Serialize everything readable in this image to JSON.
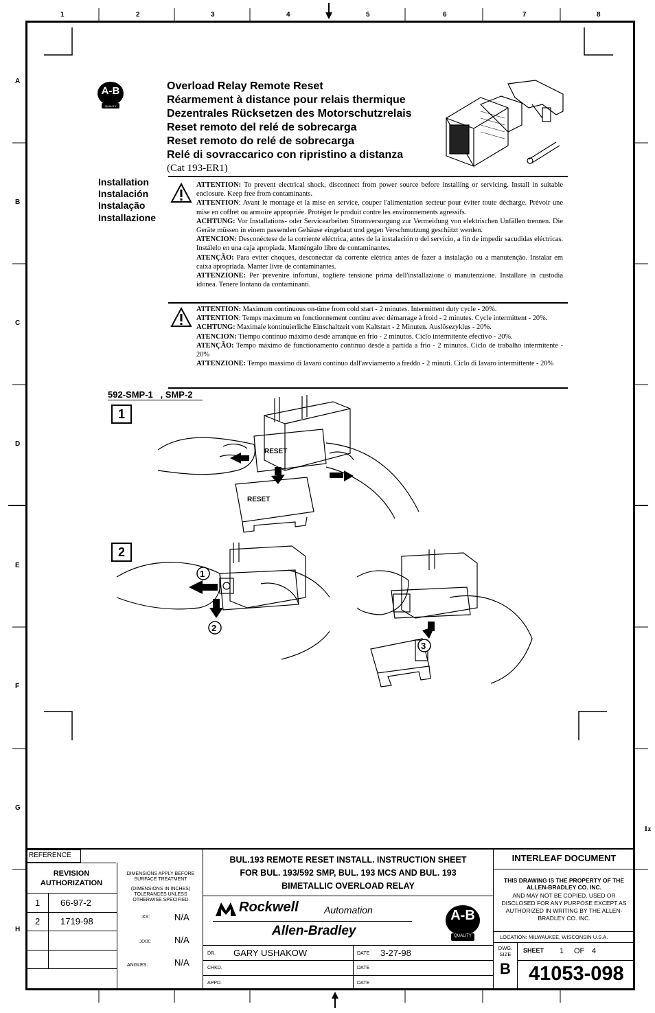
{
  "zones": {
    "columns": [
      "1",
      "2",
      "3",
      "4",
      "5",
      "6",
      "7",
      "8"
    ],
    "rows": [
      "A",
      "B",
      "C",
      "D",
      "E",
      "F",
      "G",
      "H"
    ]
  },
  "header": {
    "titles": [
      "Overload Relay Remote Reset",
      "Réarmement à distance pour relais thermique",
      "Dezentrales Rücksetzen des Motorschutzrelais",
      "Reset remoto del relé de sobrecarga",
      "Reset remoto do relé de sobrecarga",
      "Relé di sovraccarico con ripristino a distanza"
    ],
    "catalog": "(Cat 193-ER1)",
    "logo_text": "A-B",
    "logo_sub": "QUALITY"
  },
  "installation": [
    "Installation",
    "Instalación",
    "Instalação",
    "Installazione"
  ],
  "warning1": [
    {
      "lead": "ATTENTION:",
      "text": " To prevent electrical shock, disconnect from power source before installing or servicing.  Install in suitable enclosure.  Keep free from contaminants."
    },
    {
      "lead": "ATTENTION",
      "text": ": Avant le montage et la mise en service, couper l'alimentation secteur pour éviter toute décharge. Prévoir une mise en coffret ou armoire appropriée.  Protéger le produit contre les environnements agressifs."
    },
    {
      "lead": "ACHTUNG:",
      "text": "  Vor Installations- oder Servicearbeiten Stromversorgung zur Vermeidung von elektrischen Unfällen trennen.  Die Geräte müssen in einem passenden Gehäuse eingebaut und gegen Verschmutzung geschützt werden."
    },
    {
      "lead": "ATENCION:",
      "text": "  Desconéctese de la corriente eléctrica, antes de la instalación o del servicio, a fin de impedir sacudidas eléctricas.  Instálelo en una caja apropiada. Manténgalo libre de contaminantes."
    },
    {
      "lead": "ATENÇÃO:",
      "text": " Para eviter choques, desconectar da corrente elétrica antes de fazer a instalação ou a manutenção. Instalar em caixa apropriada.  Manter livre de contaminantes."
    },
    {
      "lead": "ATTENZIONE:",
      "text": " Per prevenire infortuni, togliere tensione prima dell'installazione o manutenzione.  Installare in custodia idonea.  Tenere lontano da contaminanti."
    }
  ],
  "warning2": [
    {
      "lead": "ATTENTION:",
      "text": "  Maximum continuous on-time from cold start - 2 minutes.  Intermittent duty cycle - 20%."
    },
    {
      "lead": "ATTENTION",
      "text": ": Temps maximum en fonctionnement continu avec démarrage à froid - 2 minutes. Cycle intermittent - 20%."
    },
    {
      "lead": "ACHTUNG:",
      "text": "  Maximale kontinuierliche Einschaltzeit vom Kaltstart - 2 Minuten.  Auslösezyklus - 20%."
    },
    {
      "lead": "ATENCION:",
      "text": "  Tiempo continuo máximo desde arranque en frio - 2 minutos.  Ciclo intermitente efectivo - 20%."
    },
    {
      "lead": "ATENÇÃO:",
      "text": " Tempo máximo de functionamento contínuo desde a partida a frio - 2 minutos.  Ciclo de trabalho intermitente - 20%"
    },
    {
      "lead": "ATTENZIONE:",
      "text": "  Tempo massimo di lavaro continuo dall'avviamento a freddo - 2 minuti.  Ciclo di lavaro intermittente - 20%"
    }
  ],
  "models": "592-SMP-1   , SMP-2",
  "steps": {
    "one": "1",
    "two": "2",
    "callouts": [
      "1",
      "2",
      "3"
    ]
  },
  "figure_labels": {
    "reset": "RESET"
  },
  "margin_note": "1z",
  "title_block": {
    "reference_label": "REFERENCE",
    "revision_auth": "REVISION\nAUTHORIZATION",
    "revisions": [
      {
        "num": "1",
        "code": "66-97-2"
      },
      {
        "num": "2",
        "code": "1719-98"
      }
    ],
    "dims_note": "DIMENSIONS APPLY BEFORE SURFACE TREATMENT",
    "dims_note2": "(DIMENSIONS IN INCHES) TOLERANCES UNLESS OTHERWISE SPECIFIED",
    "tol_xx_label": ".XX:",
    "tol_xx": "N/A",
    "tol_xxx_label": ".XXX:",
    "tol_xxx": "N/A",
    "angles_label": "ANGLES:",
    "angles": "N/A",
    "doc_title": [
      "BUL.193 REMOTE RESET INSTALL. INSTRUCTION SHEET",
      "FOR BUL. 193/592 SMP, BUL. 193 MCS AND BUL. 193",
      "BIMETALLIC OVERLOAD RELAY"
    ],
    "rockwell": "Rockwell",
    "automation": "Automation",
    "allen_bradley": "Allen-Bradley",
    "dr_label": "DR.",
    "drawn_by": "GARY USHAKOW",
    "date_label": "DATE",
    "date": "3-27-98",
    "chkd_label": "CHKD.",
    "appd_label": "APPD.",
    "interleaf": "INTERLEAF  DOCUMENT",
    "property_bold": "THIS DRAWING IS THE PROPERTY OF THE ALLEN-BRADLEY CO. INC.",
    "property_rest": "AND MAY NOT BE COPIED, USED OR DISCLOSED FOR ANY PURPOSE EXCEPT AS AUTHORIZED IN WRITING BY THE ALLEN-BRADLEY CO. INC.",
    "location": "LOCATION:  MILWAUKEE,  WISCONSIN  U.S.A.",
    "dwg_size_label": "DWG. SIZE",
    "dwg_size": "B",
    "sheet_label": "SHEET",
    "sheet_num": "1",
    "sheet_of": "OF",
    "sheet_total": "4",
    "doc_number": "41053-098"
  }
}
